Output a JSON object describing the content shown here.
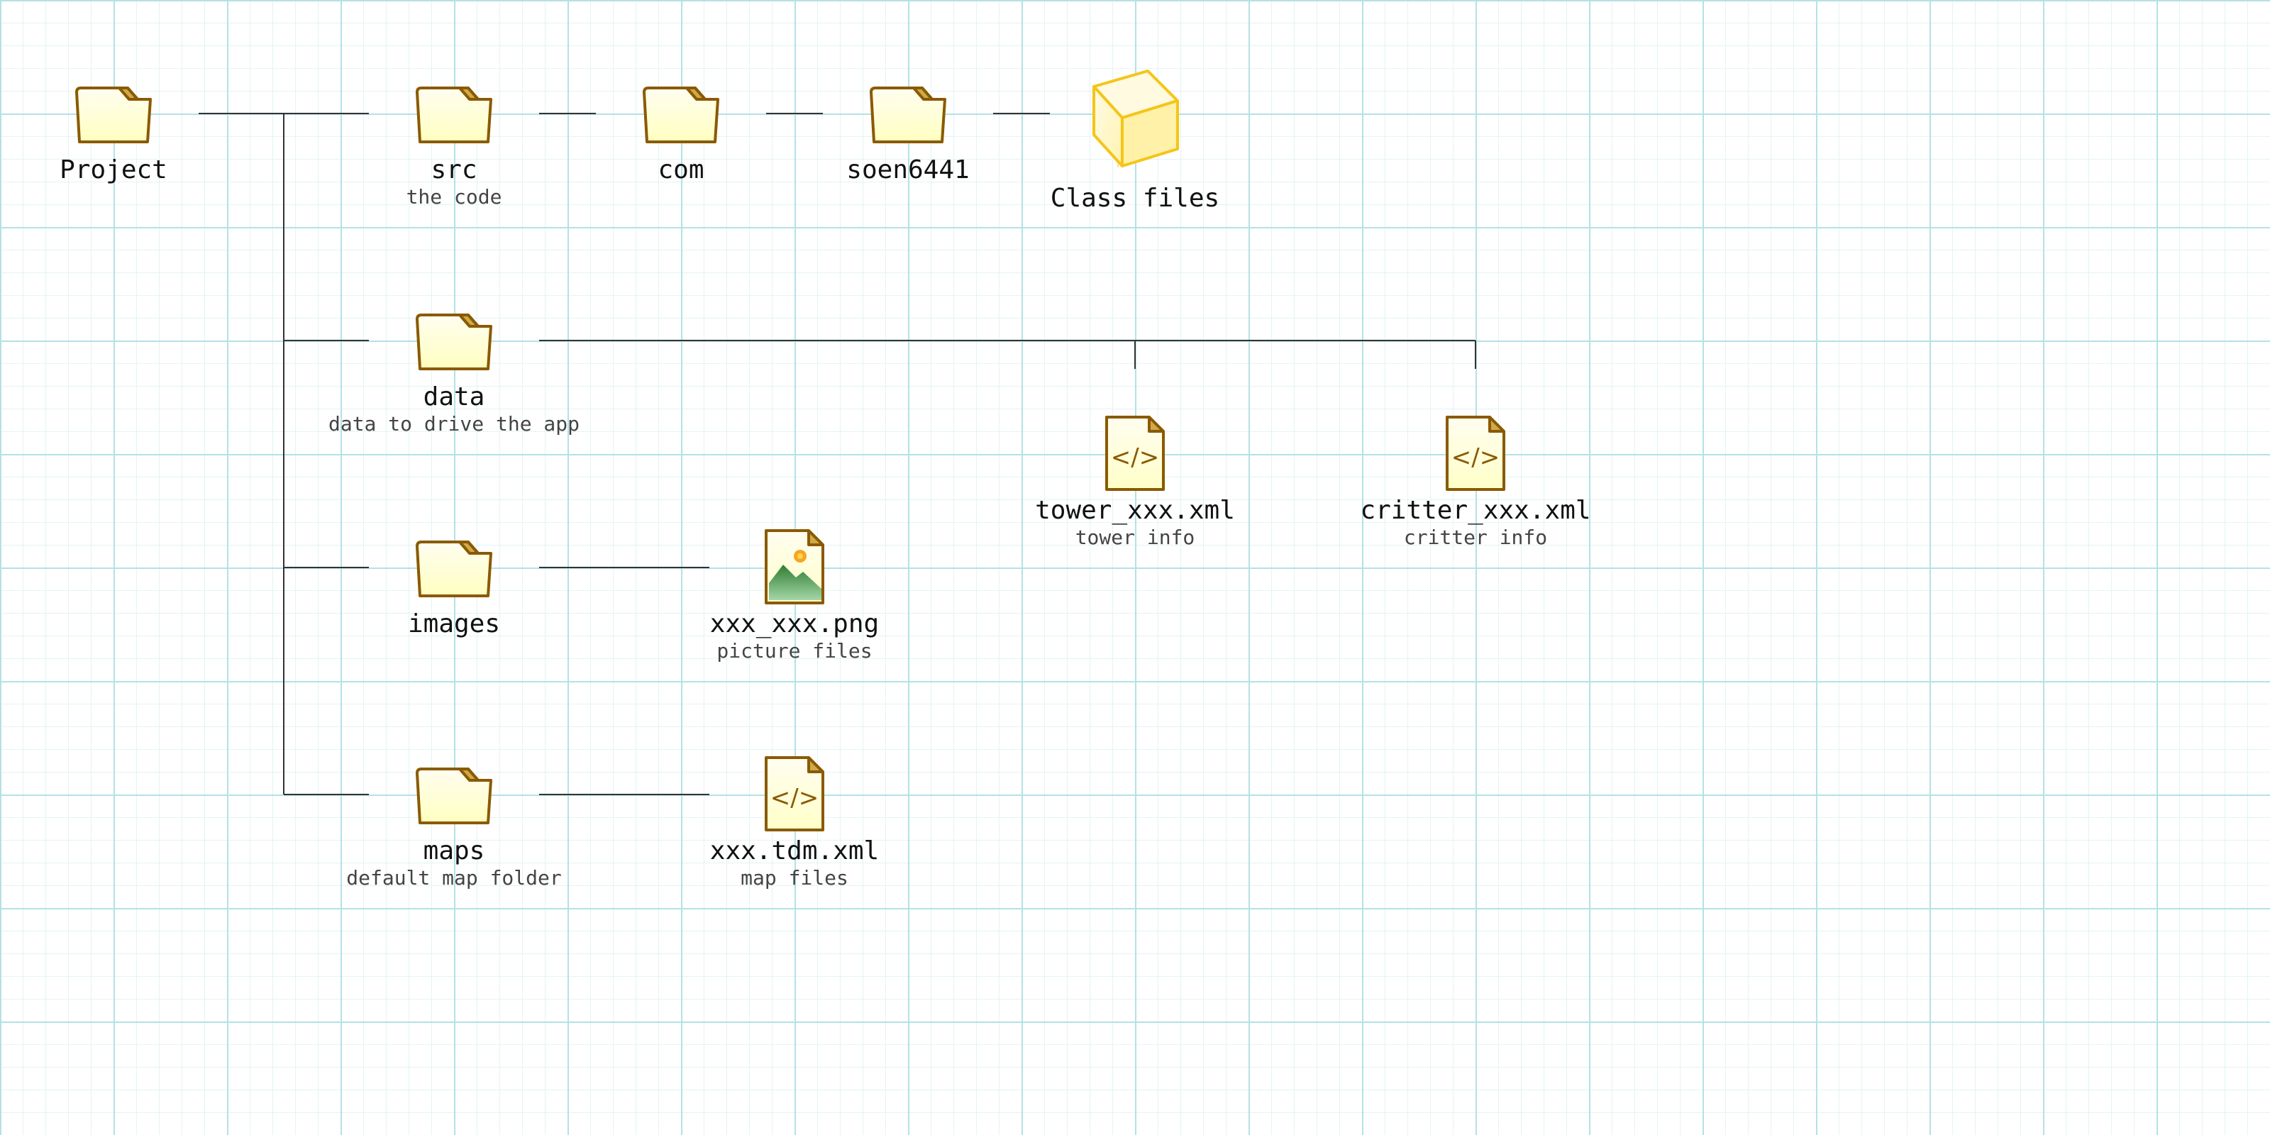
{
  "nodes": {
    "project": {
      "label": "Project",
      "icon": "folder-icon"
    },
    "src": {
      "label": "src",
      "sub": "the code",
      "icon": "folder-icon"
    },
    "com": {
      "label": "com",
      "icon": "folder-icon"
    },
    "soen6441": {
      "label": "soen6441",
      "icon": "folder-icon"
    },
    "class_files": {
      "label": "Class files",
      "icon": "cube-icon"
    },
    "data": {
      "label": "data",
      "sub": "data to drive the app",
      "icon": "folder-icon"
    },
    "tower": {
      "label": "tower_xxx.xml",
      "sub": "tower info",
      "icon": "xml-file-icon"
    },
    "critter": {
      "label": "critter_xxx.xml",
      "sub": "critter info",
      "icon": "xml-file-icon"
    },
    "images": {
      "label": "images",
      "icon": "folder-icon"
    },
    "png": {
      "label": "xxx_xxx.png",
      "sub": "picture files",
      "icon": "image-file-icon"
    },
    "maps": {
      "label": "maps",
      "sub": "default map folder",
      "icon": "folder-icon"
    },
    "tdm": {
      "label": "xxx.tdm.xml",
      "sub": "map files",
      "icon": "xml-file-icon"
    }
  },
  "colors": {
    "icon_stroke": "#8a5a00",
    "icon_fill_top": "#fffdf0",
    "icon_fill_bottom": "#ffffc0",
    "cube_stroke": "#f5c518",
    "connector": "#333333",
    "grid_major": "#b4e2e6",
    "grid_minor": "#e3f3f5",
    "image_green": "#2e7d32",
    "image_sun": "#f5a623"
  }
}
